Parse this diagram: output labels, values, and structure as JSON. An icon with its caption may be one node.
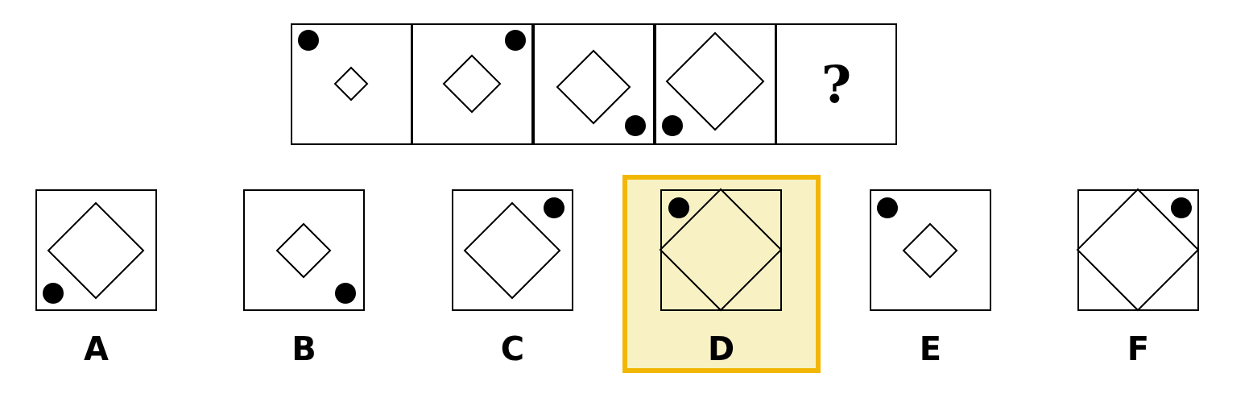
{
  "diagram": {
    "nodes": [
      {
        "text": [],
        "shape": "box"
      },
      {
        "text": [],
        "shape": "box"
      },
      {
        "text": [],
        "shape": "box"
      },
      {
        "text": [],
        "shape": "box"
      },
      {
        "text": [
          "?"
        ]
      },
      {
        "text": [
          "A"
        ]
      },
      {
        "text": [
          "B"
        ]
      },
      {
        "text": [
          "C"
        ]
      },
      {
        "text": [
          "D"
        ]
      },
      {
        "text": [
          "E"
        ]
      },
      {
        "text": [
          "F"
        ]
      }
    ]
  }
}
